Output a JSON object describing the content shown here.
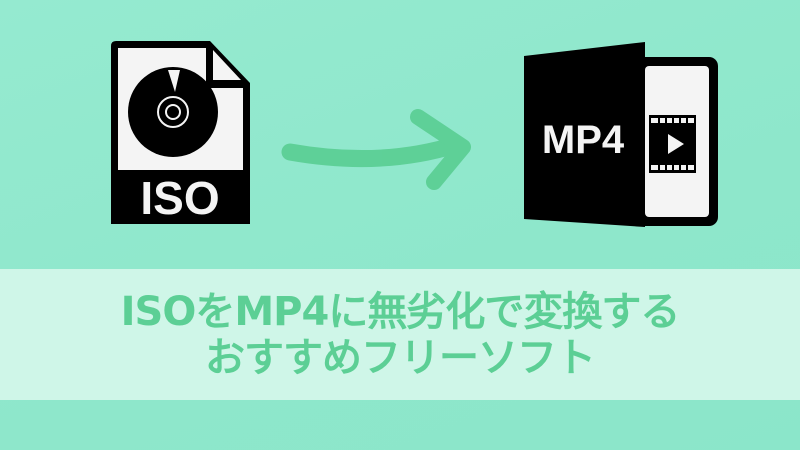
{
  "source_icon": {
    "label": "ISO",
    "icon": "iso-disc-file-icon"
  },
  "arrow": {
    "icon": "arrow-right-icon",
    "color": "#5ccf95"
  },
  "target_icon": {
    "label": "MP4",
    "icon": "mp4-video-file-icon"
  },
  "headline": {
    "line1": "ISOをMP4に無劣化で変換する",
    "line2": "おすすめフリーソフト"
  },
  "colors": {
    "background": "#8fe8cd",
    "band": "#cff6e8",
    "accent_text": "#5ccf95",
    "icon_fill": "#000000",
    "icon_paper": "#f4f4f4"
  }
}
